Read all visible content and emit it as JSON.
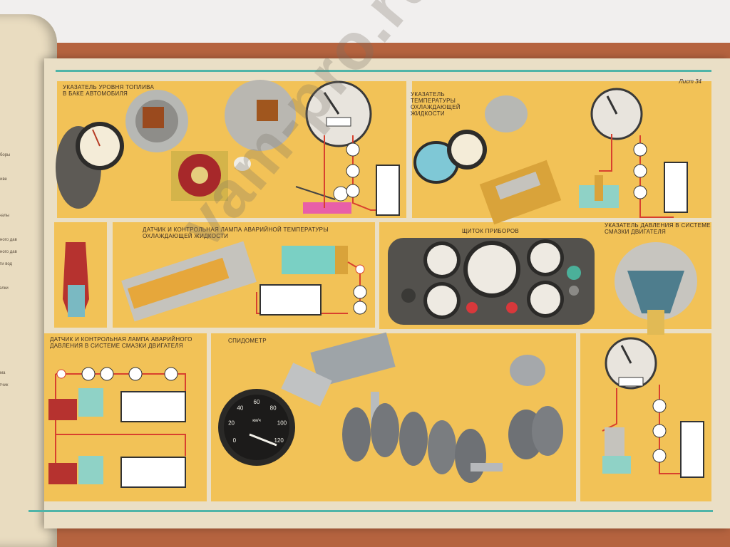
{
  "sheet": "Лист 34",
  "watermark": "vam-pro.ru",
  "sections": {
    "fuel": "Указатель уровня топлива в баке автомобиля",
    "coolant_temp": "Указатель температуры охлаждающей жидкости",
    "temp_sensor": "Датчик и контрольная лампа аварийной температуры охлаждающей жидкости",
    "dashboard": "Щиток приборов",
    "oil_pressure": "Указатель давления в системе смазки двигателя",
    "oil_sensor": "Датчик и контрольная лампа аварийного давления в системе смазки двигателя",
    "speedometer": "Спидометр"
  },
  "speedometer_ticks": [
    "0",
    "20",
    "40",
    "60",
    "80",
    "100",
    "120"
  ],
  "speedometer_unit": "км/ч",
  "left_page_lines": [
    "приборы",
    "",
    "опливе",
    "",
    "",
    "сигналы",
    "",
    "рийного дав",
    "рийного дав",
    "вости вод",
    "",
    "стрелки",
    "",
    "",
    "",
    "",
    "",
    "",
    "сумма",
    "очетчик"
  ],
  "colors": {
    "panel": "#f2c257",
    "wire": "#d8402e",
    "teal": "#4fb4a8",
    "cover": "#b5633f"
  }
}
